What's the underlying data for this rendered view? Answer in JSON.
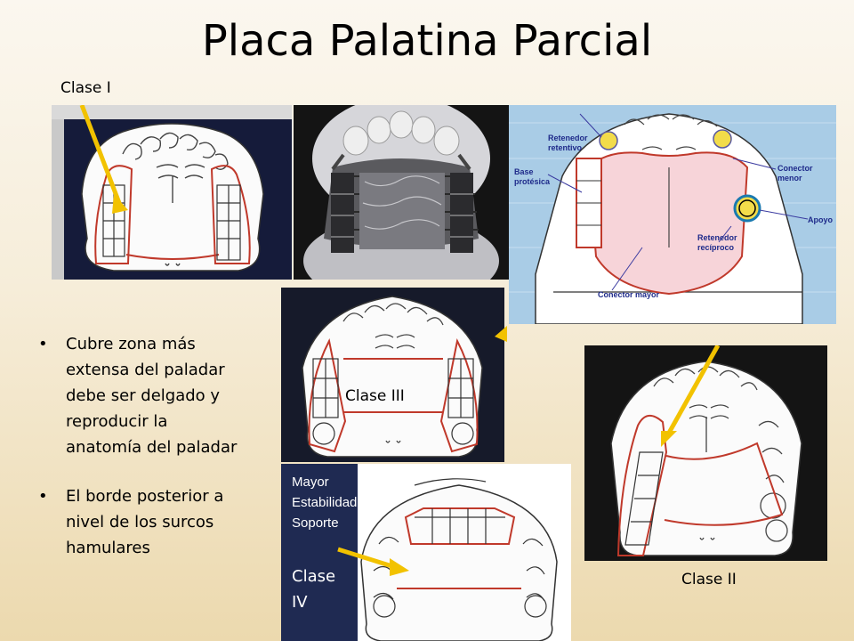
{
  "slide": {
    "title": "Placa Palatina Parcial",
    "labels": {
      "clase_1": "Clase I",
      "clase_2": "Clase II",
      "clase_3": "Clase III",
      "clase_4_word": "Clase",
      "clase_4_num": "IV",
      "mayor_line1": "Mayor",
      "mayor_line2": "Estabilidad y",
      "mayor_line3": "Soporte"
    },
    "bullets": [
      {
        "line1": "Cubre zona más",
        "line2": "extensa del paladar",
        "line3": "debe ser delgado y",
        "line4": "reproducir la",
        "line5": "anatomía del paladar"
      },
      {
        "line1": "El borde posterior a",
        "line2": "nivel de los surcos",
        "line3": "hamulares"
      }
    ],
    "bullet_glyph": "•",
    "diagram": {
      "retenedor_retentivo_1": "Retenedor",
      "retenedor_retentivo_2": "retentivo",
      "base_protesica_1": "Base",
      "base_protesica_2": "protésica",
      "conector_menor_1": "Conector",
      "conector_menor_2": "menor",
      "apoyo": "Apoyo",
      "retenedor_reciproco_1": "Retenedor",
      "retenedor_reciproco_2": "recíproco",
      "conector_mayor": "Conector mayor"
    }
  },
  "colors": {
    "arrow": "#f2c200",
    "outline_red": "#c0392b",
    "diagram_blue_bg": "#a9cce6",
    "diagram_pink": "#f7d4d9",
    "dark_bg": "#161a2a"
  }
}
